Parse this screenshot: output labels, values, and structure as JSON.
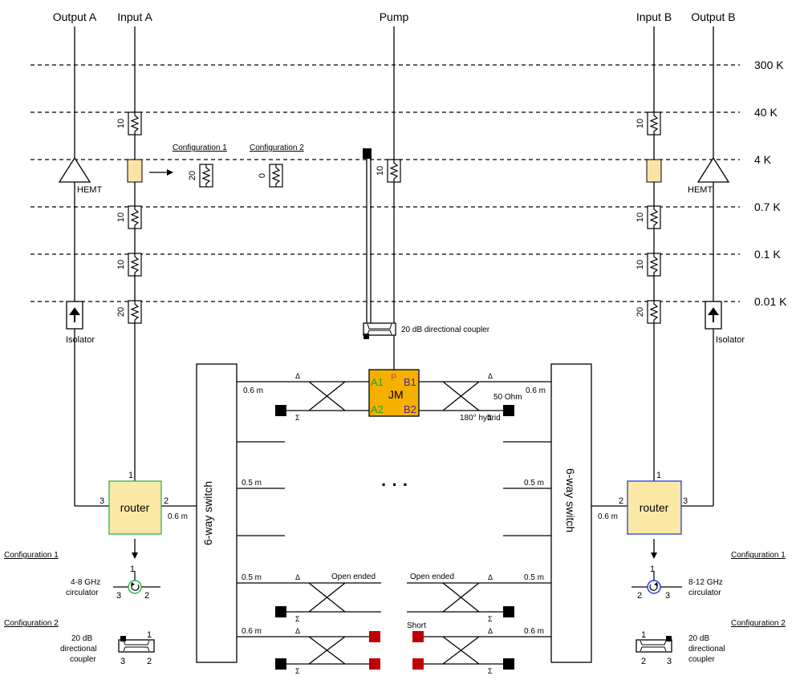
{
  "ports": {
    "output_a": "Output A",
    "input_a": "Input A",
    "pump": "Pump",
    "input_b": "Input B",
    "output_b": "Output B"
  },
  "stages": [
    "300 K",
    "40 K",
    "4 K",
    "0.7 K",
    "0.1 K",
    "0.01 K"
  ],
  "attenuators": {
    "a_40k": "10",
    "a_07k": "10",
    "a_01k": "10",
    "a_001k": "20",
    "pump_4k": "10",
    "b_40k": "10",
    "b_07k": "10",
    "b_01k": "10",
    "b_001k": "20",
    "config1": "20",
    "config2": "0"
  },
  "config_headings": {
    "config1": "Configuration 1",
    "config2": "Configuration 2"
  },
  "labels": {
    "hemt": "HEMT",
    "isolator": "Isolator",
    "directional_coupler_20db": "20 dB directional coupler",
    "router": "router",
    "switch": "6-way switch",
    "jm": "JM",
    "jm_a1": "A1",
    "jm_a2": "A2",
    "jm_b1": "B1",
    "jm_b2": "B2",
    "jm_p": "P",
    "hybrid": "180° hybrid",
    "fifty_ohm": "50 Ohm",
    "open_ended": "Open ended",
    "short": "Short",
    "delta": "Δ",
    "sigma": "Σ",
    "ellipsis": "· · ·",
    "circulator_4_8": [
      "4-8 GHz",
      "circulator"
    ],
    "circulator_8_12": [
      "8-12 GHz",
      "circulator"
    ],
    "coupler_20db": [
      "20 dB",
      "directional",
      "coupler"
    ]
  },
  "lengths": {
    "l_06": "0.6 m",
    "l_05": "0.5 m"
  },
  "port_numbers": {
    "p1": "1",
    "p2": "2",
    "p3": "3"
  },
  "colors": {
    "amplifier_block": "#fbe3a6",
    "jm_fill": "#f5b000",
    "router_fill": "#fde9a6",
    "router_a_border": "#2db34a",
    "router_b_border": "#2040e0",
    "short_red": "#c00000",
    "jm_green": "#1aa32a",
    "jm_blue": "#4a1fa8",
    "jm_pink": "#d4387a"
  }
}
